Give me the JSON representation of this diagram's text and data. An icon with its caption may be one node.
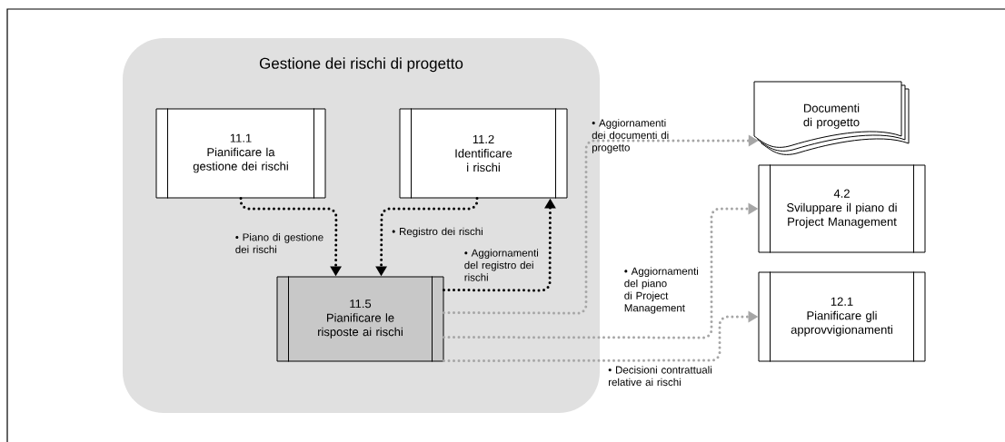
{
  "diagram": {
    "nodes": [
      {
        "text": [
          "Gestione dei rischi di progetto"
        ]
      },
      {
        "text": [
          "11.1",
          "Pianificare la gestione dei rischi"
        ],
        "in": 0
      },
      {
        "text": [
          "11.2",
          "Identificare i rischi"
        ],
        "in": 0
      },
      {
        "text": [
          "11.5",
          "Pianificare le risposte ai rischi"
        ],
        "in": 0
      },
      {
        "text": [
          "Documenti di progetto"
        ]
      },
      {
        "text": [
          "4.2",
          "Sviluppare il piano di Project Management"
        ]
      },
      {
        "text": [
          "12.1",
          "Pianificare gli approvvigionamenti"
        ]
      }
    ],
    "edges": [
      {
        "from": 1,
        "to": 3,
        "arrow": "to",
        "label": "• Piano di gestione dei rischi",
        "color": "#000000"
      },
      {
        "from": 2,
        "to": 3,
        "arrow": "to",
        "label": "• Registro dei rischi",
        "color": "#000000"
      },
      {
        "from": 3,
        "to": 2,
        "arrow": "to",
        "label": "• Aggiornamenti del registro dei rischi",
        "color": "#000000"
      },
      {
        "from": 3,
        "to": 4,
        "arrow": "to",
        "label": "• Aggiornamenti dei documenti di progetto",
        "color": "#a6a6a6"
      },
      {
        "from": 3,
        "to": 5,
        "arrow": "to",
        "label": "• Aggiornamenti del piano di Project Management",
        "color": "#a6a6a6"
      },
      {
        "from": 3,
        "to": 6,
        "arrow": "to",
        "label": "• Decisioni contrattuali relative ai rischi",
        "color": "#a6a6a6"
      }
    ]
  }
}
